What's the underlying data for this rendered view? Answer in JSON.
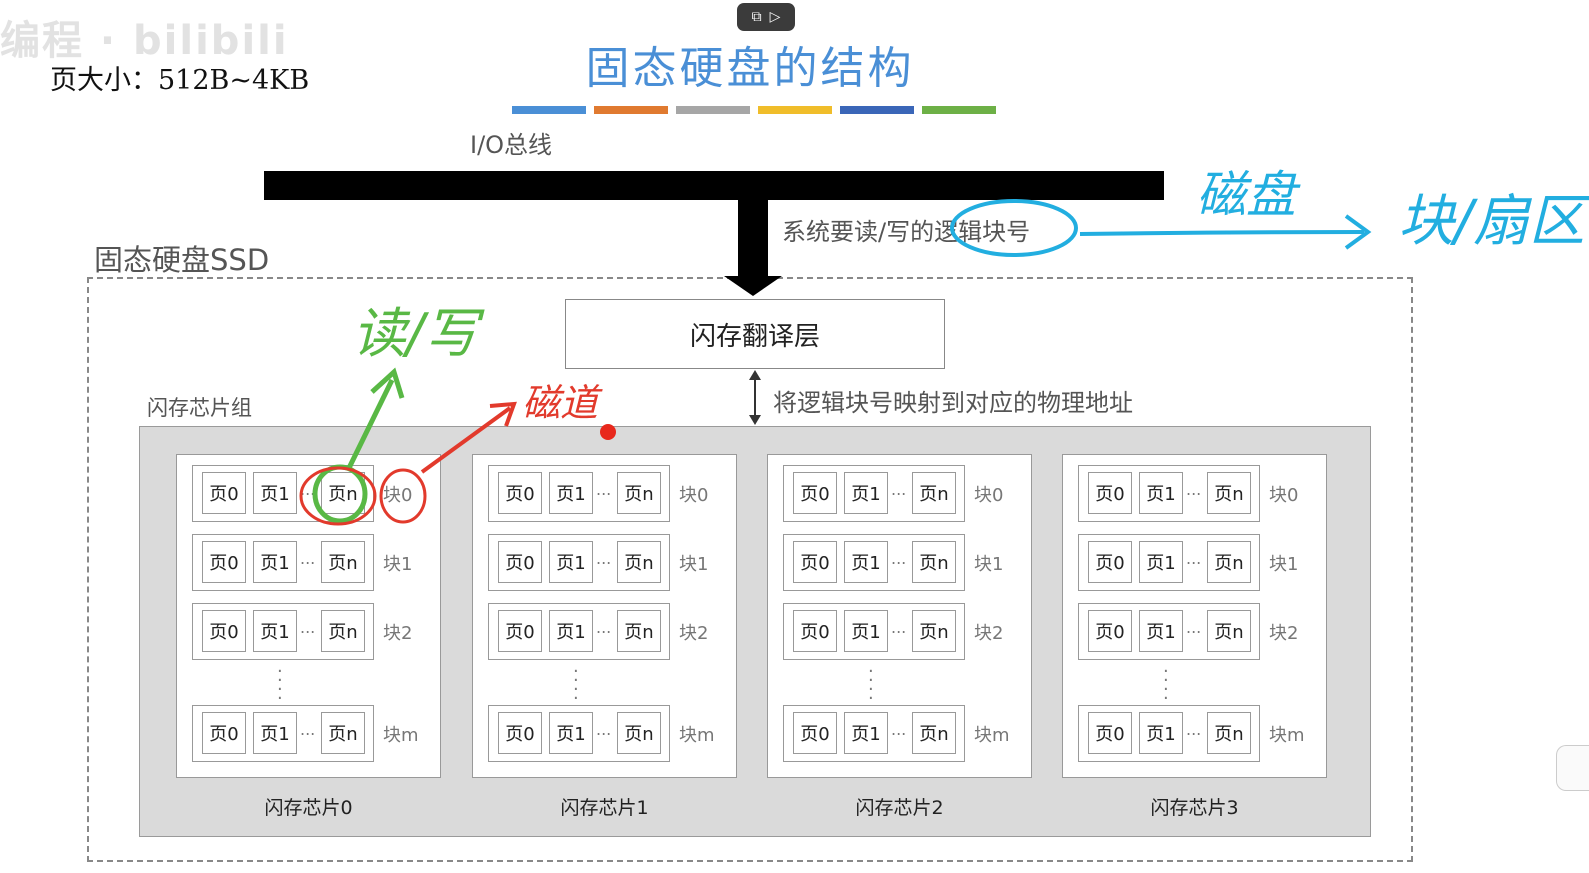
{
  "watermark": "编程 · bilibili",
  "page_size_label": "页大小：512B~4KB",
  "title": "固态硬盘的结构",
  "colorbar": [
    "#4a8fd6",
    "#e07a30",
    "#a6a6a6",
    "#f0bd2a",
    "#3a66b8",
    "#6db046"
  ],
  "bus_label": "I/O总线",
  "sys_label": "系统要读/写的逻辑块号",
  "ssd_label": "固态硬盘SSD",
  "ftl_label": "闪存翻译层",
  "map_label": "将逻辑块号映射到对应的物理地址",
  "group_label": "闪存芯片组",
  "chips": [
    "闪存芯片0",
    "闪存芯片1",
    "闪存芯片2",
    "闪存芯片3"
  ],
  "pages": [
    "页0",
    "页1",
    "页n"
  ],
  "ellipsis": "...",
  "blocks": [
    "块0",
    "块1",
    "块2",
    "块m"
  ],
  "annotations": {
    "disk": "磁盘",
    "block_sector": "块/扇区",
    "rw": "读/写",
    "track": "磁道",
    "blue": "#22aee0",
    "green": "#59b845",
    "red": "#e23a2c"
  },
  "icons": [
    "pip-icon",
    "playlist-icon"
  ]
}
